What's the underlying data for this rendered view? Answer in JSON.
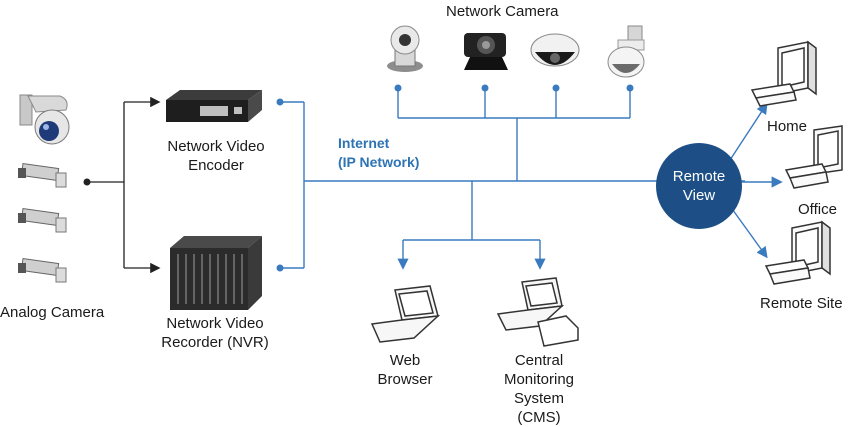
{
  "colors": {
    "line": "#3a7bbf",
    "node": "#1d4f86",
    "black_line": "#222222"
  },
  "labels": {
    "network_camera": "Network Camera",
    "encoder_1": "Network Video",
    "encoder_2": "Encoder",
    "nvr_1": "Network Video",
    "nvr_2": "Recorder (NVR)",
    "analog_camera": "Analog Camera",
    "internet_1": "Internet",
    "internet_2": "(IP Network)",
    "web_1": "Web",
    "web_2": "Browser",
    "cms_1": "Central",
    "cms_2": "Monitoring",
    "cms_3": "System",
    "cms_4": "(CMS)",
    "remote_1": "Remote",
    "remote_2": "View",
    "home": "Home",
    "office": "Office",
    "remote_site": "Remote Site"
  },
  "icons": [
    "dome-camera-icon",
    "bullet-camera-icon",
    "video-encoder-icon",
    "nvr-server-icon",
    "ptz-camera-icon",
    "laptop-icon",
    "desktop-pc-icon"
  ]
}
